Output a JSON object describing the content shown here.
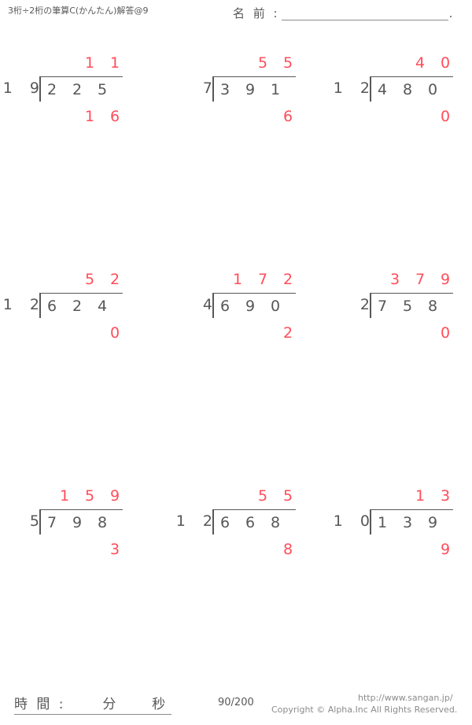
{
  "header": {
    "title": "3桁÷2桁の筆算C(かんたん)解答@9",
    "name_label": "名 前 :",
    "name_value": "",
    "name_trailing_dot": "."
  },
  "colors": {
    "answer_red": "#ff4d5a",
    "ink_gray": "#595757",
    "rule_gray": "#8b8b8b"
  },
  "problems": [
    {
      "index": 1,
      "divisor": "1 9",
      "dividend": [
        "2",
        "2",
        "5"
      ],
      "quotient": [
        "1",
        "1"
      ],
      "remainder": [
        "1",
        "6"
      ]
    },
    {
      "index": 2,
      "divisor": "7",
      "dividend": [
        "3",
        "9",
        "1"
      ],
      "quotient": [
        "5",
        "5"
      ],
      "remainder": [
        "6"
      ]
    },
    {
      "index": 3,
      "divisor": "1 2",
      "dividend": [
        "4",
        "8",
        "0"
      ],
      "quotient": [
        "4",
        "0"
      ],
      "remainder": [
        "0"
      ]
    },
    {
      "index": 4,
      "divisor": "1 2",
      "dividend": [
        "6",
        "2",
        "4"
      ],
      "quotient": [
        "5",
        "2"
      ],
      "remainder": [
        "0"
      ]
    },
    {
      "index": 5,
      "divisor": "4",
      "dividend": [
        "6",
        "9",
        "0"
      ],
      "quotient": [
        "1",
        "7",
        "2"
      ],
      "remainder": [
        "2"
      ]
    },
    {
      "index": 6,
      "divisor": "2",
      "dividend": [
        "7",
        "5",
        "8"
      ],
      "quotient": [
        "3",
        "7",
        "9"
      ],
      "remainder": [
        "0"
      ]
    },
    {
      "index": 7,
      "divisor": "5",
      "dividend": [
        "7",
        "9",
        "8"
      ],
      "quotient": [
        "1",
        "5",
        "9"
      ],
      "remainder": [
        "3"
      ]
    },
    {
      "index": 8,
      "divisor": "1 2",
      "dividend": [
        "6",
        "6",
        "8"
      ],
      "quotient": [
        "5",
        "5"
      ],
      "remainder": [
        "8"
      ]
    },
    {
      "index": 9,
      "divisor": "1 0",
      "dividend": [
        "1",
        "3",
        "9"
      ],
      "quotient": [
        "1",
        "3"
      ],
      "remainder": [
        "9"
      ]
    }
  ],
  "footer": {
    "time_label": "時 間 :",
    "minutes_unit": "分",
    "seconds_unit": "秒",
    "page_number": "90/200",
    "url": "http://www.sangan.jp/",
    "copyright": "Copyright © Alpha.Inc All Rights Reserved."
  }
}
